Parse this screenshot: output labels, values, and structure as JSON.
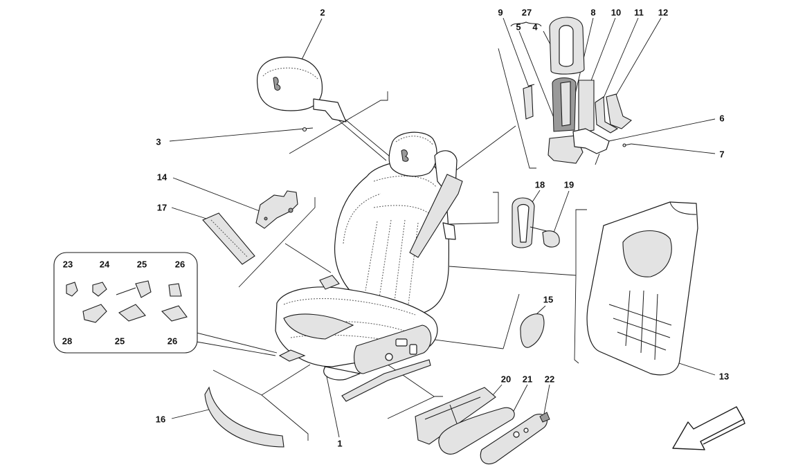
{
  "diagram": {
    "labels": {
      "l1": "1",
      "l2": "2",
      "l3": "3",
      "l4": "4",
      "l5": "5",
      "l6": "6",
      "l7": "7",
      "l8": "8",
      "l9": "9",
      "l10": "10",
      "l11": "11",
      "l12": "12",
      "l13": "13",
      "l14": "14",
      "l15": "15",
      "l16": "16",
      "l17": "17",
      "l18": "18",
      "l19": "19",
      "l20": "20",
      "l21": "21",
      "l22": "22",
      "l23": "23",
      "l24": "24",
      "l25a": "25",
      "l25b": "25",
      "l26a": "26",
      "l26b": "26",
      "l27": "27",
      "l28": "28"
    },
    "colors": {
      "line": "#1a1a1a",
      "panel": "#e3e3e3",
      "background": "#ffffff"
    },
    "icons": {
      "direction": "arrow-left-down-icon",
      "emblem": "prancing-horse-emblem"
    }
  }
}
